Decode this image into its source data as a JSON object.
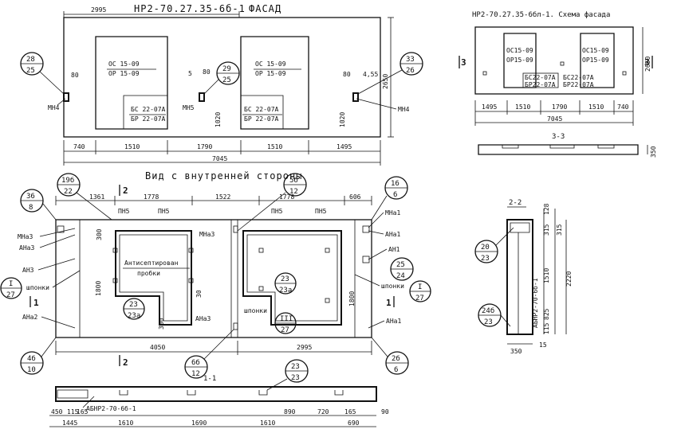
{
  "facade": {
    "title_mark": "НР2-70.27.35-6б-1",
    "title_word": "ФАСАД",
    "dim_top": "2995",
    "dims_bottom": [
      "740",
      "1510",
      "1790",
      "1510",
      "1495"
    ],
    "dim_total": "7045",
    "dim_height": "2650",
    "win_left": [
      "ОС 15-09",
      "ОР 15-09"
    ],
    "win_right": [
      "ОС 15-09",
      "ОР 15-09"
    ],
    "door_left": [
      "БС 22-07А",
      "БР 22-07А"
    ],
    "door_right": [
      "БС 22-07А",
      "БР 22-07А"
    ],
    "mh4_left": "МН4",
    "mh4_right": "МН4",
    "mh5": "МН5",
    "d80a": "80",
    "d80b": "80",
    "d80c": "80",
    "d5": "5",
    "d455": "4,55",
    "d1020a": "1020",
    "d1020b": "1020",
    "call_28": [
      "28",
      "25"
    ],
    "call_29": [
      "29",
      "25"
    ],
    "call_33": [
      "33",
      "26"
    ]
  },
  "scheme": {
    "title": "НР2-70.27.35-6бл-1. Схема фасада",
    "win_left": [
      "ОС15-09",
      "ОР15-09"
    ],
    "win_right": [
      "ОС15-09",
      "ОР15-09"
    ],
    "door_left": [
      "БС22-07А",
      "БР22-07А"
    ],
    "door_right": [
      "БС22-07А",
      "БР22-07А"
    ],
    "dims": [
      "1495",
      "1510",
      "1790",
      "1510",
      "740"
    ],
    "total": "7045",
    "height": "2650",
    "cut3": "3",
    "cut3b": "3",
    "sec_label": "3-3",
    "sec_h": "350"
  },
  "inner": {
    "title": "Вид с внутренней стороны",
    "top_dims": [
      "1361",
      "1778",
      "1522",
      "1778",
      "606"
    ],
    "bottom_dims": [
      "4050",
      "2995"
    ],
    "pn5": [
      "ПН5",
      "ПН5",
      "ПН5",
      "ПН5"
    ],
    "left_labels": [
      "МНа3",
      "АНа3",
      "АН3",
      "шпонки",
      "АНа2"
    ],
    "right_labels": [
      "МНа1",
      "АНа1",
      "АН1",
      "шпонки"
    ],
    "ana1_bottom": "АНа1",
    "ana3_mid": "АНа3",
    "mna3_mid": "МНа3",
    "shponki_mid": "шпонки",
    "antisept": [
      "Антисептирован",
      "пробки"
    ],
    "h1800a": "1800",
    "h1800b": "1800",
    "d300a": "300",
    "d300b": "300",
    "d30": "30",
    "cut2_top": "2",
    "cut2_bot": "2",
    "cut1_l": "1",
    "cut1_r": "1",
    "call_36": [
      "36",
      "8"
    ],
    "call_19b": [
      "19б",
      "22"
    ],
    "call_56": [
      "5б",
      "12"
    ],
    "call_16": [
      "16",
      "6"
    ],
    "call_25": [
      "25",
      "24"
    ],
    "call_I_l": [
      "I",
      "27"
    ],
    "call_I_r": [
      "I",
      "27"
    ],
    "call_23": [
      "23",
      "23а"
    ],
    "call_23r": [
      "23",
      "23а"
    ],
    "call_III": [
      "III",
      "27"
    ],
    "call_4b": [
      "4б",
      "10"
    ],
    "call_6b": [
      "6б",
      "12"
    ],
    "call_26": [
      "2б",
      "6"
    ]
  },
  "section11": {
    "label": "1-1",
    "dims_a": [
      "450",
      "115",
      "165"
    ],
    "dims_b": [
      "890",
      "720",
      "165"
    ],
    "dims_c": [
      "1445",
      "1610",
      "1690",
      "1610",
      "690"
    ],
    "d90": "90",
    "mark": "АБНР2-70-6б-1",
    "call_23": [
      "23",
      "23"
    ]
  },
  "section22": {
    "label": "2-2",
    "d128": "128",
    "d315a": "315",
    "d315b": "315",
    "d1510": "1510",
    "d2220": "2220",
    "d825": "825",
    "d115": "115",
    "d15": "15",
    "d350": "350",
    "mark": "АБНР2-70-6б-1",
    "call_20": [
      "20",
      "23"
    ],
    "call_24b": [
      "24б",
      "23"
    ]
  }
}
